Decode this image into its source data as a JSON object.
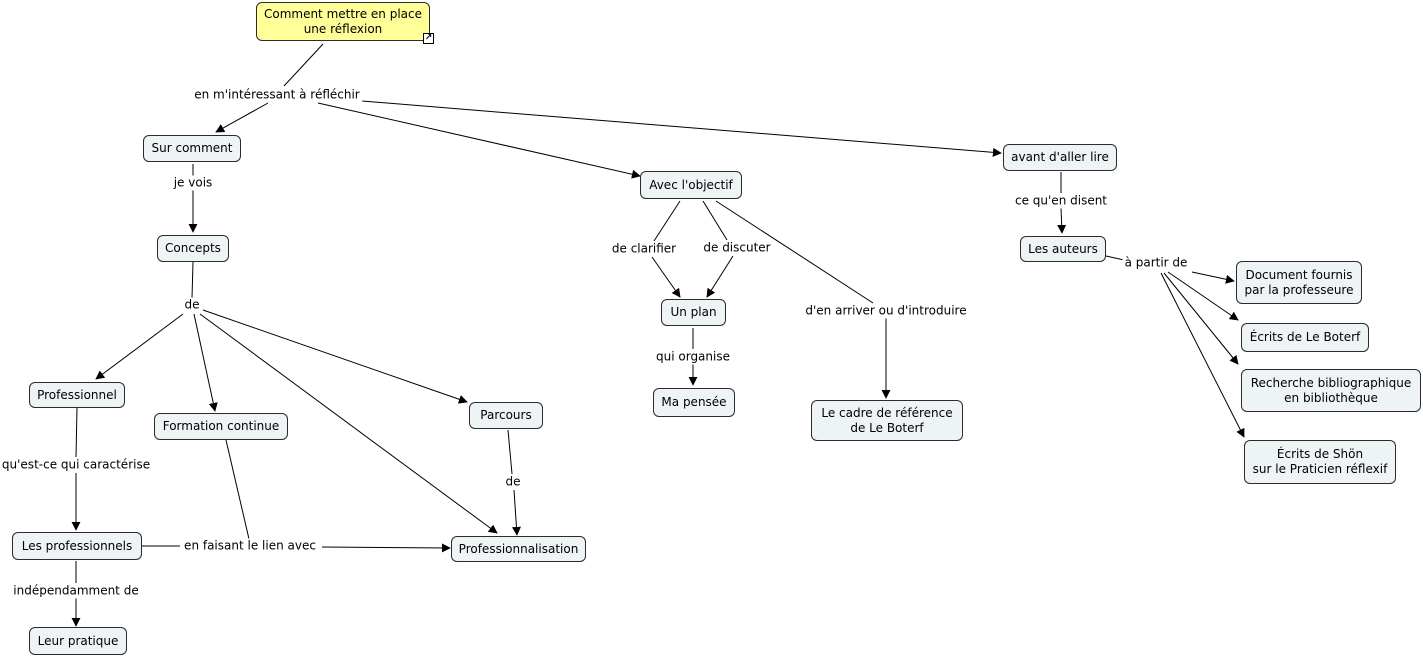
{
  "concepts": {
    "root": "Comment mettre en place\nune réflexion",
    "sur_comment": "Sur comment",
    "concepts": "Concepts",
    "professionnel": "Professionnel",
    "formation_continue": "Formation continue",
    "parcours": "Parcours",
    "les_professionnels": "Les professionnels",
    "professionnalisation": "Professionnalisation",
    "leur_pratique": "Leur pratique",
    "avec_objectif": "Avec l'objectif",
    "un_plan": "Un plan",
    "ma_pensee": "Ma pensée",
    "cadre_reference": "Le cadre de référence\nde Le Boterf",
    "avant_aller_lire": "avant d'aller lire",
    "les_auteurs": "Les auteurs",
    "document_fournis": "Document fournis\npar la professeure",
    "ecrits_boterf": "Écrits de Le Boterf",
    "recherche_biblio": "Recherche bibliographique\nen bibliothèque",
    "ecrits_shon": "Écrits de Shön\nsur le Praticien réflexif"
  },
  "phrases": {
    "en_minteressant": "en m'intéressant à réfléchir",
    "je_vois": "je vois",
    "de_concepts": "de",
    "quest_ce": "qu'est-ce qui caractérise",
    "en_faisant": "en faisant le lien avec",
    "de_parcours": "de",
    "independamment": "indépendamment de",
    "de_clarifier": "de clarifier",
    "de_discuter": "de discuter",
    "qui_organise": "qui organise",
    "den_arriver": "d'en arriver ou d'introduire",
    "ce_quen_disent": "ce qu'en disent",
    "a_partir_de": "à partir de"
  },
  "icons": {
    "root_link": "shortcut-arrow-icon"
  },
  "colors": {
    "root_fill": "#ffff99",
    "node_fill": "#eef3f6",
    "line": "#000000"
  }
}
